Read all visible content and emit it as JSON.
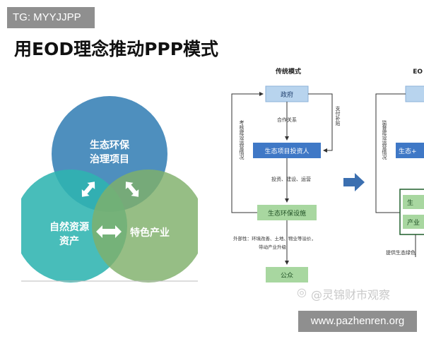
{
  "tag": "TG: MYYJJPP",
  "title": "用EOD理念推动PPP模式",
  "venn": {
    "top": [
      "生态环保",
      "治理项目"
    ],
    "left": [
      "自然资源",
      "资产"
    ],
    "right": "特色产业",
    "colors": {
      "top": "#3f86b8",
      "left": "#2fb4b0",
      "right": "#7fb06a",
      "arrow": "#ffffff"
    }
  },
  "traditional": {
    "heading": "传统模式",
    "government": "政府",
    "cooperation": "合作关系",
    "investor": "生态项目投资人",
    "investment_note": "投资、建设、运营",
    "facility": "生态环保设施",
    "left_side": "考核建设运营情况",
    "right_side": "支付补贴",
    "externality": [
      "外部性：环境改善、土地、物业等溢价，",
      "带动产业升级"
    ],
    "public": "公众",
    "colors": {
      "box_blue": "#b8d4ee",
      "box_dark": "#3f78c6",
      "box_green": "#a8d7a0",
      "text_dark": "#1f3f6e"
    }
  },
  "eod": {
    "heading": "EO",
    "left_side": "监督建设运营情况",
    "box_blue": "生态+",
    "green_box_1": "生",
    "green_box_2": "产业",
    "bottom_note": "提供生态绿色"
  },
  "watermark": "@灵锦财市观察",
  "url": "www.pazhenren.org"
}
